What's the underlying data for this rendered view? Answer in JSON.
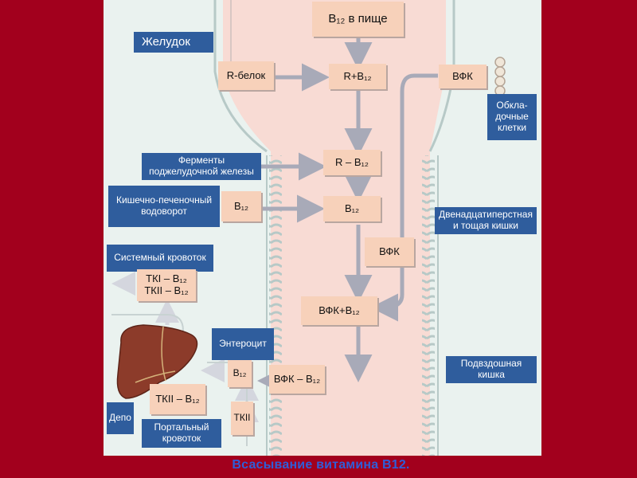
{
  "labels": {
    "b12_in_food": "В₁₂ в пище",
    "stomach": "Желудок",
    "r_protein": "R-белок",
    "r_plus_b12": "R+В₁₂",
    "vfk_top": "ВФК",
    "parietal_cells": "Обкла-дочные клетки",
    "pancreatic_enzymes": "Ферменты поджелудочной железы",
    "r_minus_b12": "R – В₁₂",
    "enterohepatic_circulation": "Кишечно-печеночный водоворот",
    "b12_left": "В₁₂",
    "b12_center": "В₁₂",
    "duodenum_jejunum": "Двенадцатиперстная и тощая кишки",
    "vfk_middle": "ВФК",
    "systemic_circulation": "Системный кровоток",
    "tk_complex": "ТКI – В₁₂ ТКII – В₁₂",
    "vfk_plus_b12": "ВФК+В₁₂",
    "enterocyte": "Энтероцит",
    "b12_enterocyte": "В₁₂",
    "vfk_minus_b12": "ВФК – В₁₂",
    "ileum": "Подвздошная кишка",
    "tkii_b12_liver": "ТКII – В₁₂",
    "tkii": "ТКII",
    "depot": "Депо",
    "portal_circulation": "Портальный кровоток"
  },
  "caption": "Всасывание витамина В12.",
  "colors": {
    "background": "#a2001d",
    "panel": "#eaf2ef",
    "lumen": "#f8dbd4",
    "label_box": "#2f5d9d",
    "substance_box": "#f7d1ba",
    "arrow": "#a8aab8",
    "liver": "#8c3b2a",
    "caption": "#2f5ed8"
  },
  "icons": [
    "liver-icon",
    "villi-wall-icon",
    "parietal-cells-icon",
    "flow-arrow-icon"
  ]
}
